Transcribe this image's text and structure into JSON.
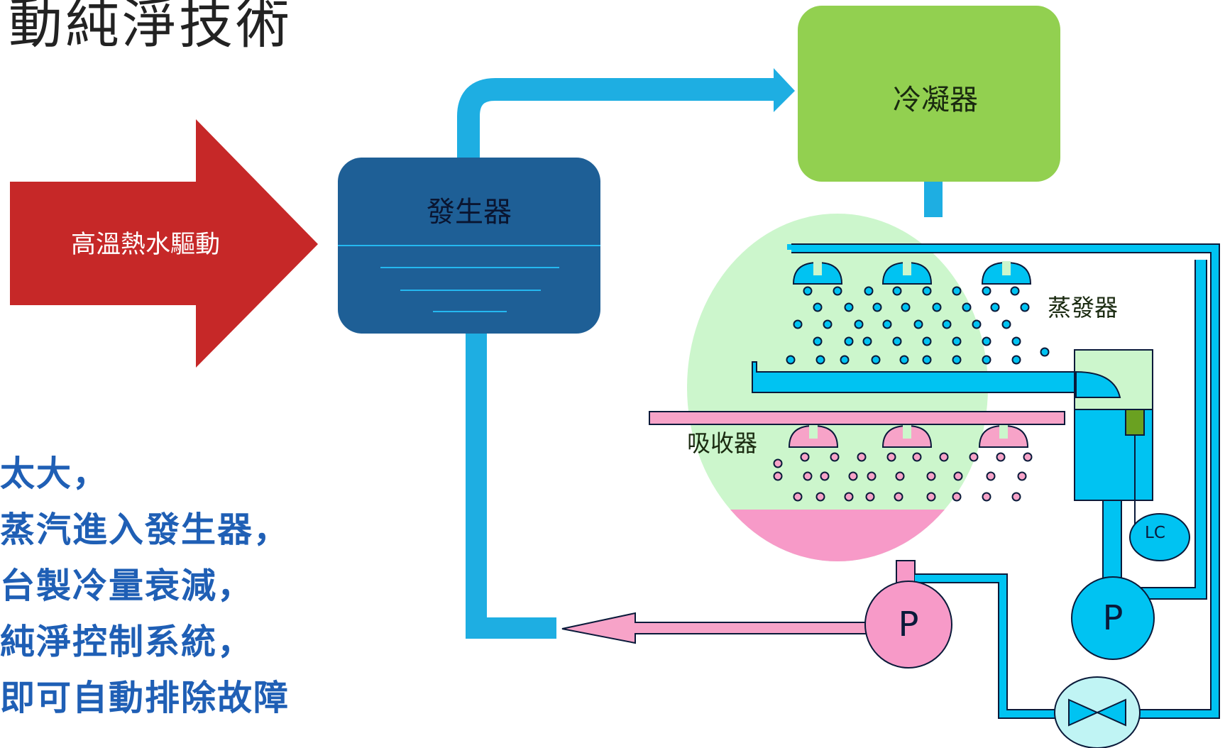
{
  "title": "動純淨技術",
  "labels": {
    "drive": "高溫熱水驅動",
    "generator": "發生器",
    "condenser": "冷凝器",
    "evaporator": "蒸發器",
    "absorber": "吸收器",
    "level_controller": "LC",
    "pump_left": "P",
    "pump_right": "P"
  },
  "bullets": [
    "太大，",
    "蒸汽進入發生器，",
    "台製冷量衰減，",
    "純淨控制系統，",
    "即可自動排除故障"
  ],
  "colors": {
    "drive_arrow": "#c62828",
    "generator": "#1e5f96",
    "condenser": "#92d050",
    "pipe": "#1eaee2",
    "shell": "#ccf6cc",
    "evaporator_pan": "#00c3f2",
    "absorber_pan": "#f7a3c8",
    "solution_pool": "#f79ac8",
    "valve": "#c0f4f4",
    "bullet_text": "#1f5fb5"
  }
}
